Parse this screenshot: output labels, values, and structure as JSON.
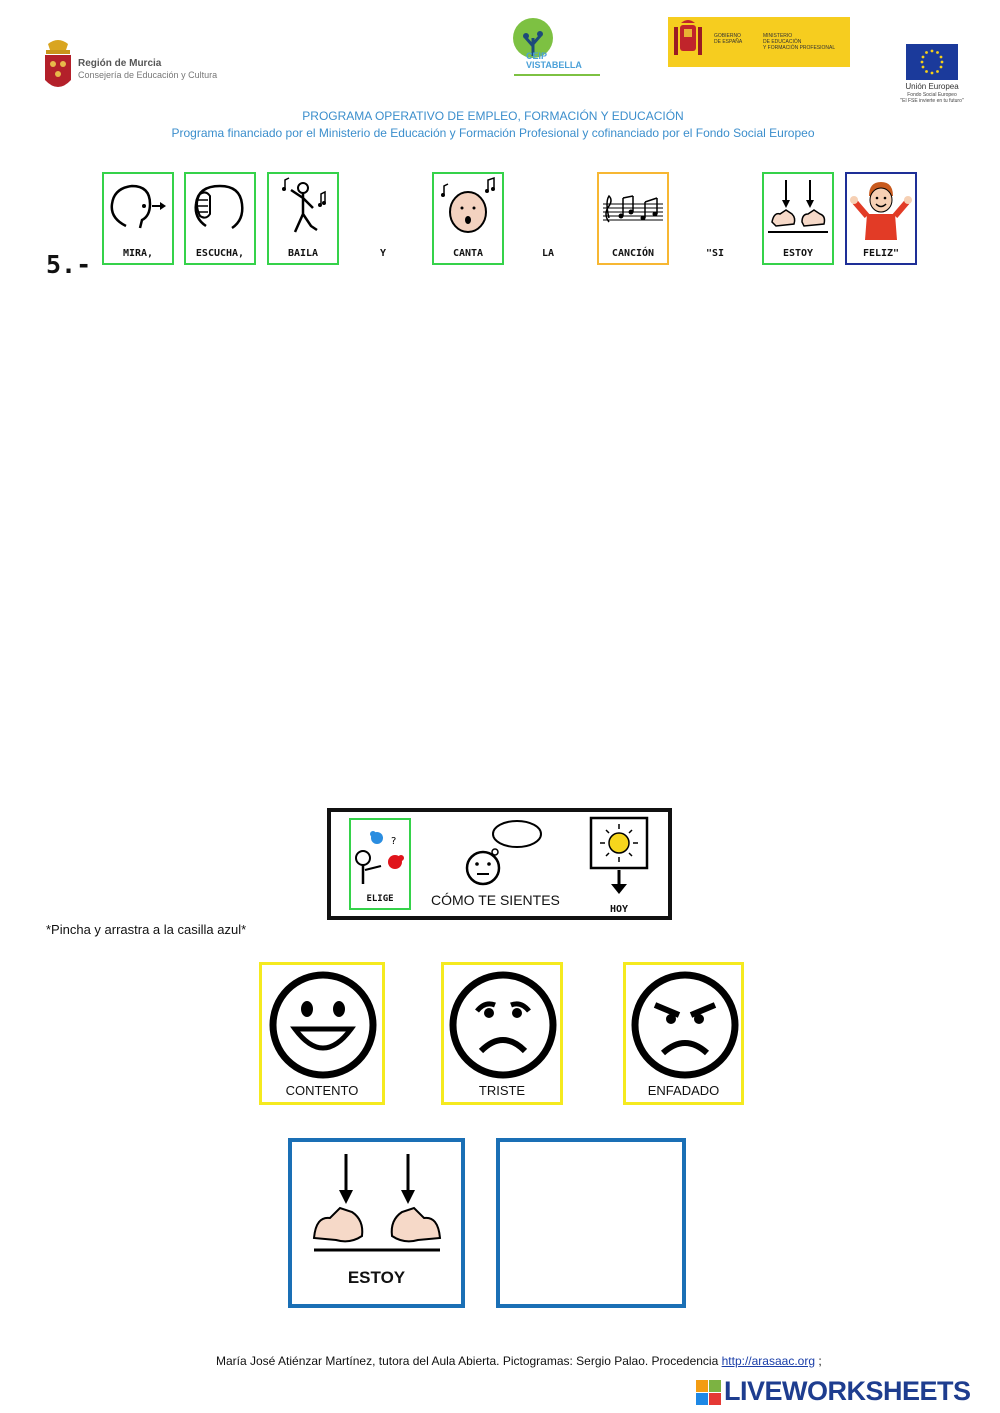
{
  "header": {
    "murcia_line1": "Región de Murcia",
    "murcia_line2": "Consejería de Educación y Cultura",
    "ceip_line1": "CEIP",
    "ceip_line2": "VISTABELLA",
    "gobierno_line1": "GOBIERNO",
    "gobierno_line2": "DE ESPAÑA",
    "ministerio_line1": "MINISTERIO",
    "ministerio_line2": "DE EDUCACIÓN",
    "ministerio_line3": "Y FORMACIÓN PROFESIONAL",
    "ue_line1": "Unión Europea",
    "ue_line2": "Fondo Social Europeo",
    "ue_line3": "\"El FSE invierte en tu futuro\"",
    "program_title": "PROGRAMA OPERATIVO DE EMPLEO, FORMACIÓN Y EDUCACIÓN",
    "program_subtitle": "Programa financiado por el Ministerio de Educación y Formación Profesional y cofinanciado por el Fondo Social Europeo"
  },
  "exercise": {
    "number": "5.-",
    "cards": {
      "mira": "MIRA,",
      "escucha": "ESCUCHA,",
      "baila": "BAILA",
      "canta": "CANTA",
      "cancion": "CANCIÓN",
      "estoy": "ESTOY",
      "feliz": "FELIZ\""
    },
    "words": {
      "y": "Y",
      "la": "LA",
      "si": "\"SI"
    }
  },
  "board": {
    "elige": "ELIGE",
    "como": "CÓMO TE SIENTES",
    "hoy": "HOY"
  },
  "instruction": "*Pincha y arrastra a la casilla azul*",
  "emotions": {
    "contento": "CONTENTO",
    "triste": "TRISTE",
    "enfadado": "ENFADADO"
  },
  "answer": {
    "estoy": "ESTOY"
  },
  "footer": {
    "credit": "María José Atiénzar Martínez, tutora del Aula Abierta. Pictogramas: Sergio Palao. Procedencia",
    "link": "http://arasaac.org",
    "tail": " ;",
    "brand": "LIVEWORKSHEETS"
  },
  "colors": {
    "green_border": "#35d24a",
    "orange_border": "#f7b733",
    "navy_border": "#1e2f97",
    "yellow_border": "#f5ea1f",
    "blue_border": "#1a6fb5",
    "program_text": "#3b8ecc"
  }
}
